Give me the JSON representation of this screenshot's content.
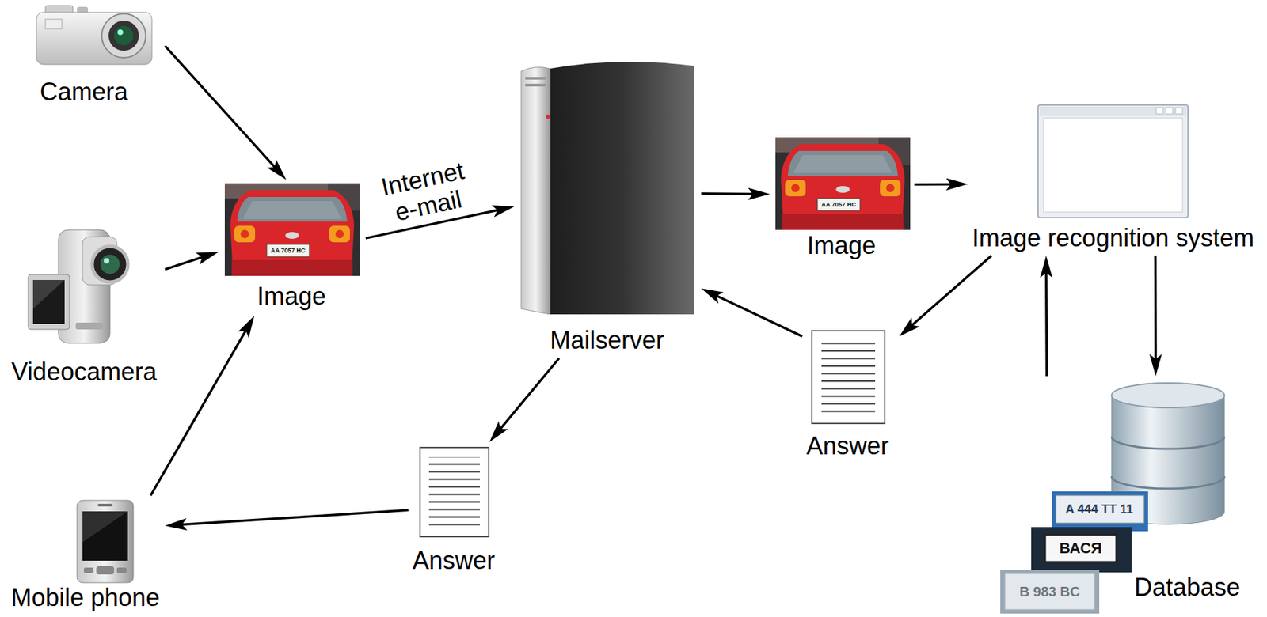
{
  "diagram": {
    "nodes": [
      {
        "text": [
          "Camera"
        ]
      },
      {
        "text": [
          "Videocamera"
        ]
      },
      {
        "text": [
          "Mobile phone"
        ]
      },
      {
        "text": [
          "Image"
        ]
      },
      {
        "text": [
          "Mailserver"
        ]
      },
      {
        "text": [
          "Image"
        ]
      },
      {
        "text": [
          "Image recognition system"
        ]
      },
      {
        "text": [
          "Answer"
        ]
      },
      {
        "text": [
          "Answer"
        ]
      },
      {
        "text": [
          "Database"
        ]
      }
    ],
    "edges": [
      {
        "from": 0,
        "to": 3,
        "arrow": "to"
      },
      {
        "from": 1,
        "to": 3,
        "arrow": "to"
      },
      {
        "from": 2,
        "to": 3,
        "arrow": "to"
      },
      {
        "from": 3,
        "to": 4,
        "label": "Internet e-mail",
        "arrow": "to"
      },
      {
        "from": 4,
        "to": 5,
        "arrow": "to"
      },
      {
        "from": 5,
        "to": 6,
        "arrow": "to"
      },
      {
        "from": 6,
        "to": 7,
        "arrow": "to"
      },
      {
        "from": 7,
        "to": 4,
        "arrow": "to"
      },
      {
        "from": 4,
        "to": 8,
        "arrow": "to"
      },
      {
        "from": 8,
        "to": 2,
        "arrow": "to"
      },
      {
        "from": 6,
        "to": 9,
        "arrow": "to"
      },
      {
        "from": 9,
        "to": 6,
        "arrow": "to"
      }
    ],
    "labels": [
      "AA 7057 HC",
      "AA 7057 HC",
      "A 444 TT 11",
      "ВАСЯ",
      "B 983 BC"
    ]
  }
}
